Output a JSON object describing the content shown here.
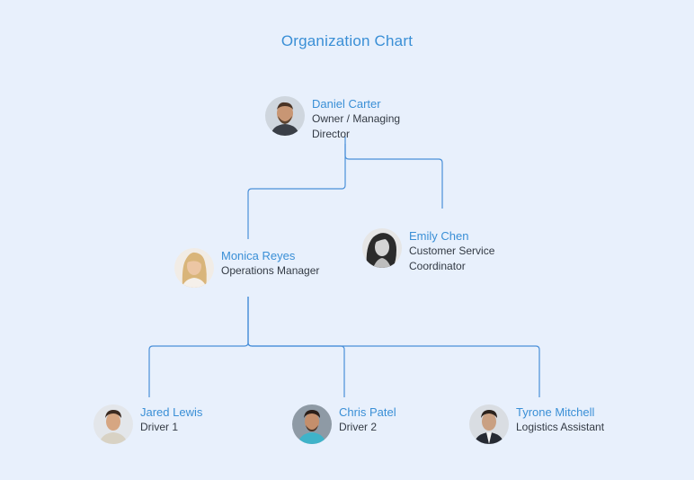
{
  "title": "Organization Chart",
  "colors": {
    "background": "#e8f0fc",
    "accent": "#3a8fd6",
    "connector": "#4a90d9",
    "text": "#333a44"
  },
  "nodes": {
    "daniel": {
      "name": "Daniel Carter",
      "role_line1": "Owner / Managing",
      "role_line2": "Director"
    },
    "monica": {
      "name": "Monica Reyes",
      "role_line1": "Operations Manager",
      "role_line2": ""
    },
    "emily": {
      "name": "Emily Chen",
      "role_line1": "Customer Service",
      "role_line2": "Coordinator"
    },
    "jared": {
      "name": "Jared Lewis",
      "role_line1": "Driver 1",
      "role_line2": ""
    },
    "chris": {
      "name": "Chris Patel",
      "role_line1": "Driver 2",
      "role_line2": ""
    },
    "tyrone": {
      "name": "Tyrone Mitchell",
      "role_line1": "Logistics Assistant",
      "role_line2": ""
    }
  }
}
